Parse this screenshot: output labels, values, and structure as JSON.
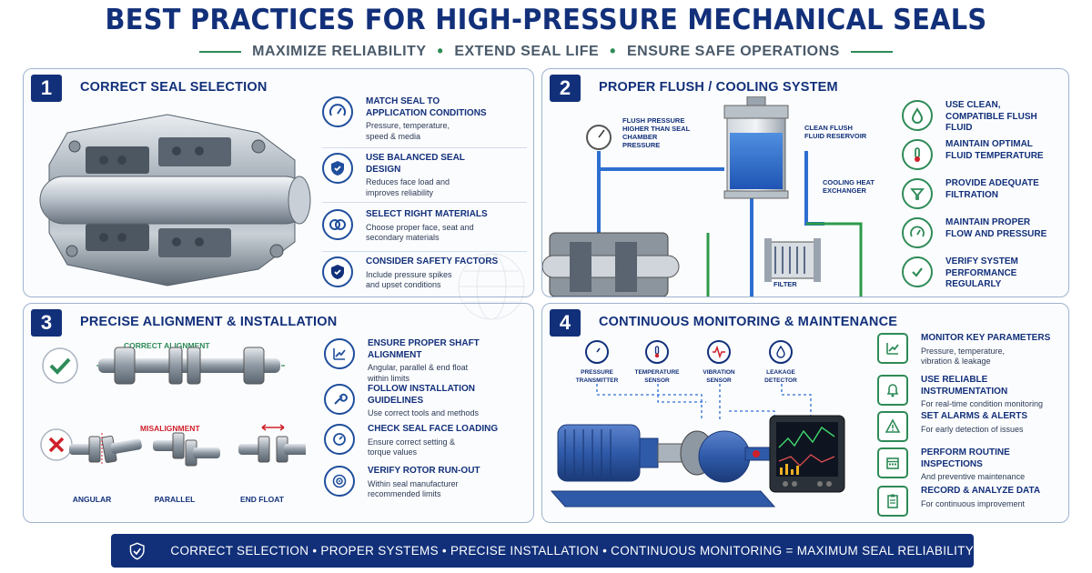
{
  "header": {
    "title": "BEST PRACTICES FOR HIGH-PRESSURE MECHANICAL SEALS",
    "subtitle": [
      "MAXIMIZE RELIABILITY",
      "EXTEND SEAL LIFE",
      "ENSURE SAFE OPERATIONS"
    ],
    "separator": "•"
  },
  "panels": [
    {
      "number": "1",
      "title": "CORRECT SEAL SELECTION",
      "items": [
        {
          "title": "MATCH SEAL TO APPLICATION CONDITIONS",
          "desc": "Pressure, temperature, speed & media",
          "icon": "gauge-icon"
        },
        {
          "title": "USE BALANCED SEAL DESIGN",
          "desc": "Reduces face load and improves reliability",
          "icon": "shield-icon"
        },
        {
          "title": "SELECT RIGHT MATERIALS",
          "desc": "Choose proper face, seat and secondary materials",
          "icon": "rings-icon"
        },
        {
          "title": "CONSIDER SAFETY FACTORS",
          "desc": "Include pressure spikes and upset conditions",
          "icon": "shield-check-icon"
        }
      ]
    },
    {
      "number": "2",
      "title": "PROPER FLUSH / COOLING SYSTEM",
      "labels": {
        "flush_pressure": "FLUSH PRESSURE HIGHER THAN SEAL CHAMBER PRESSURE",
        "reservoir": "CLEAN FLUSH FLUID RESERVOIR",
        "exchanger": "COOLING HEAT EXCHANGER",
        "filter": "FILTER"
      },
      "items": [
        {
          "title": "USE CLEAN, COMPATIBLE FLUSH FLUID",
          "icon": "droplet-icon"
        },
        {
          "title": "MAINTAIN OPTIMAL FLUID TEMPERATURE",
          "icon": "thermometer-icon"
        },
        {
          "title": "PROVIDE ADEQUATE FILTRATION",
          "icon": "filter-icon"
        },
        {
          "title": "MAINTAIN PROPER FLOW AND PRESSURE",
          "icon": "gauge-icon"
        },
        {
          "title": "VERIFY SYSTEM PERFORMANCE REGULARLY",
          "icon": "check-icon"
        }
      ]
    },
    {
      "number": "3",
      "title": "PRECISE ALIGNMENT & INSTALLATION",
      "labels": {
        "correct": "CORRECT ALIGNMENT",
        "misalignment": "MISALIGNMENT",
        "angular": "ANGULAR",
        "parallel": "PARALLEL",
        "end_float": "END FLOAT"
      },
      "items": [
        {
          "title": "ENSURE PROPER SHAFT ALIGNMENT",
          "desc": "Angular, parallel & end float within limits",
          "icon": "trend-icon"
        },
        {
          "title": "FOLLOW INSTALLATION GUIDELINES",
          "desc": "Use correct tools and methods",
          "icon": "wrench-icon"
        },
        {
          "title": "CHECK SEAL FACE LOADING",
          "desc": "Ensure correct setting & torque values",
          "icon": "dial-icon"
        },
        {
          "title": "VERIFY ROTOR RUN-OUT",
          "desc": "Within seal manufacturer recommended limits",
          "icon": "target-icon"
        }
      ]
    },
    {
      "number": "4",
      "title": "CONTINUOUS MONITORING & MAINTENANCE",
      "sensors": [
        "PRESSURE TRANSMITTER",
        "TEMPERATURE SENSOR",
        "VIBRATION SENSOR",
        "LEAKAGE DETECTOR"
      ],
      "items": [
        {
          "title": "MONITOR KEY PARAMETERS",
          "desc": "Pressure, temperature, vibration & leakage",
          "icon": "trend-icon"
        },
        {
          "title": "USE RELIABLE INSTRUMENTATION",
          "desc": "For real-time condition monitoring",
          "icon": "bell-icon"
        },
        {
          "title": "SET ALARMS & ALERTS",
          "desc": "For early detection of issues",
          "icon": "warning-icon"
        },
        {
          "title": "PERFORM ROUTINE INSPECTIONS",
          "desc": "And preventive maintenance",
          "icon": "calendar-icon"
        },
        {
          "title": "RECORD & ANALYZE DATA",
          "desc": "For continuous improvement",
          "icon": "clipboard-icon"
        }
      ]
    }
  ],
  "footer": {
    "text": "CORRECT SELECTION  •  PROPER SYSTEMS  •  PRECISE INSTALLATION  •  CONTINUOUS MONITORING  =  MAXIMUM SEAL RELIABILITY"
  },
  "colors": {
    "navy": "#12307a",
    "green": "#2e8b57",
    "red": "#d0202a",
    "pump_blue": "#2f5aa8"
  }
}
